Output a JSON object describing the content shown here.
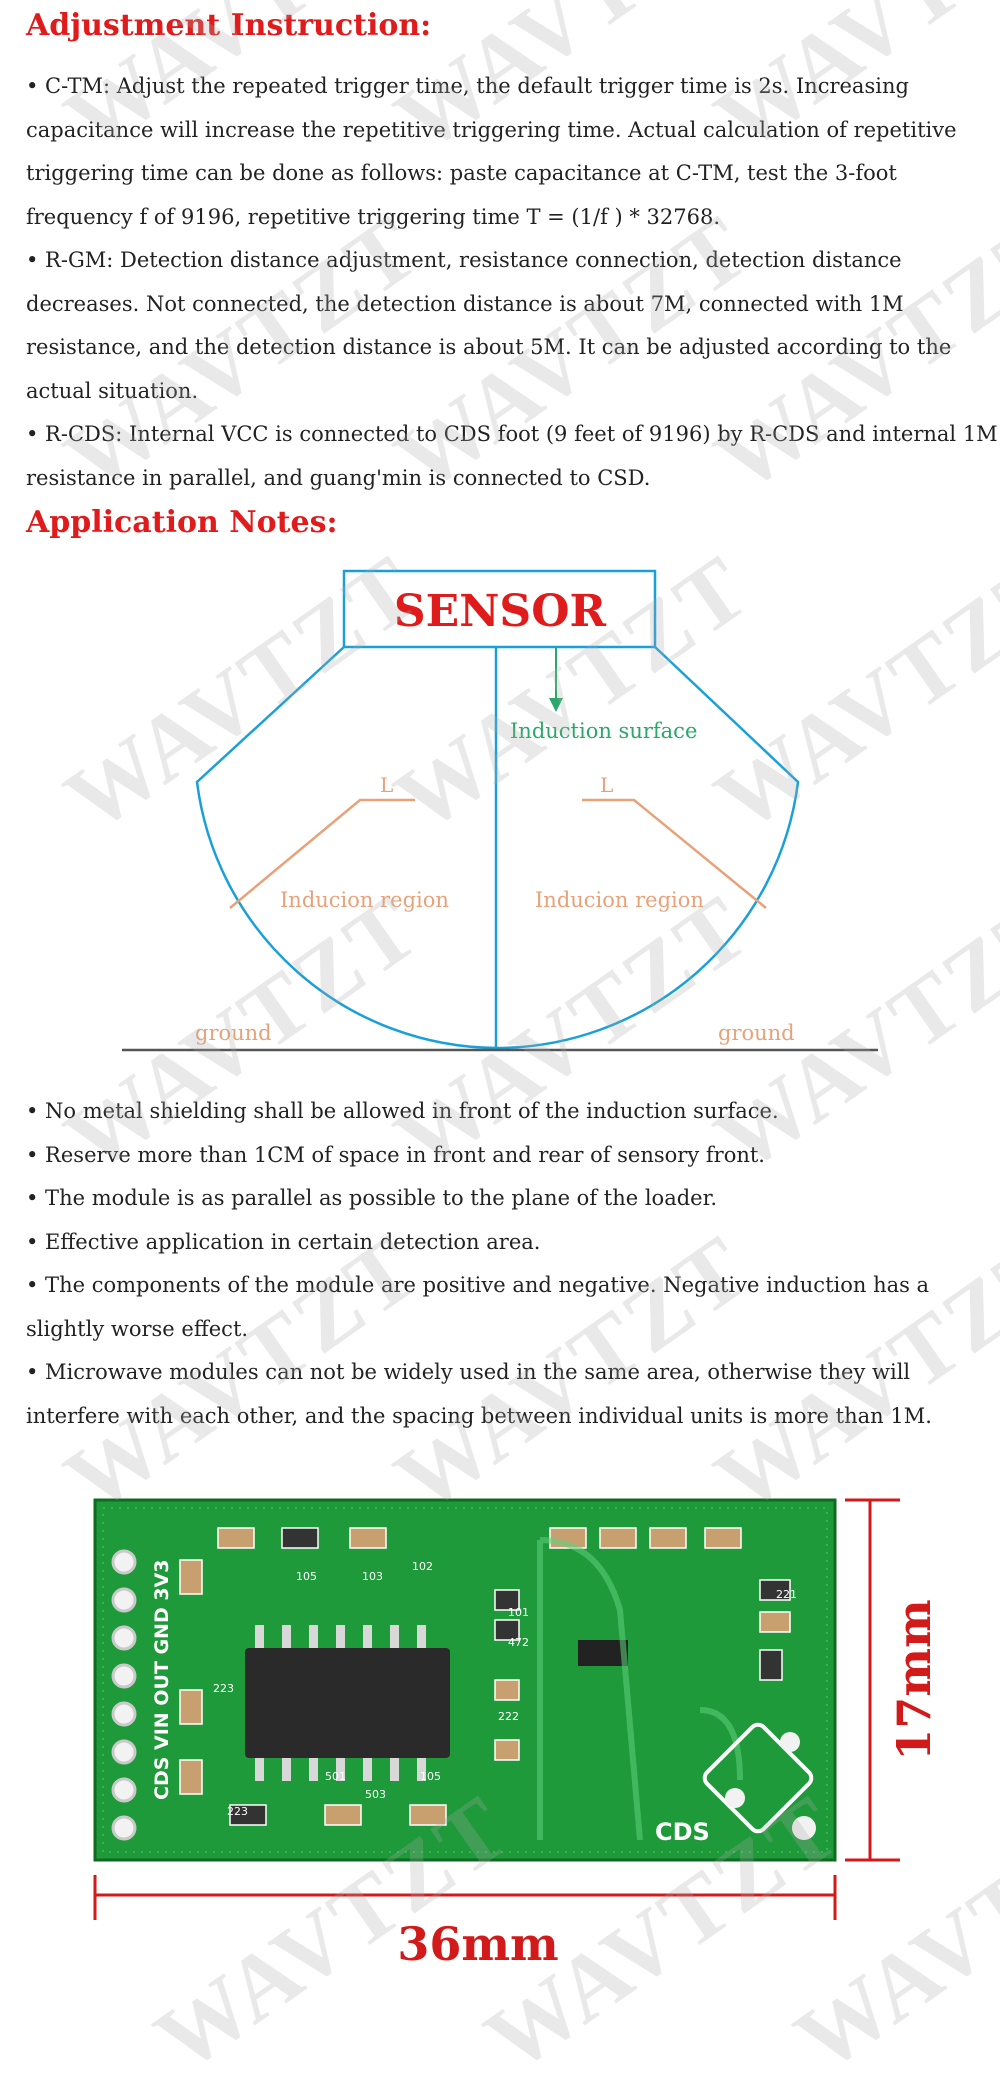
{
  "adjustment": {
    "heading": "Adjustment Instruction:",
    "items": [
      "• C-TM: Adjust the repeated trigger time, the default trigger time is 2s. Increasing capacitance will increase the repetitive triggering time. Actual calculation of repetitive triggering time can be done as follows: paste capacitance at C-TM, test the 3-foot frequency f of 9196, repetitive triggering time T = (1/f ) * 32768.",
      "• R-GM: Detection distance adjustment, resistance connection, detection distance decreases. Not connected, the detection distance is about 7M, connected with 1M resistance, and the detection distance is about 5M. It can be adjusted according to the actual situation.",
      "• R-CDS: Internal VCC is connected to CDS foot (9 feet of 9196) by R-CDS and internal 1M resistance in parallel, and guang'min is connected to CSD."
    ]
  },
  "application": {
    "heading": "Application Notes:",
    "diagram": {
      "sensor_label": "SENSOR",
      "induction_surface": "Induction surface",
      "label_l": "L",
      "region_label": "Inducion region",
      "ground_label": "ground"
    },
    "notes": [
      "• No metal shielding shall be allowed in front of the induction surface.",
      "• Reserve more than 1CM of space in front and rear of sensory front.",
      "• The module is as parallel as possible to the plane of the loader.",
      "• Effective application in certain detection area.",
      "• The components of the module are positive and negative. Negative induction has a slightly worse effect.",
      "• Microwave modules can not be widely used in the same area, otherwise they will interfere with each other, and the spacing between individual units is more than 1M."
    ]
  },
  "pcb": {
    "pin_labels": "CDS VIN OUT GND 3V3",
    "cds_label": "CDS",
    "component_codes": [
      "105",
      "103",
      "102",
      "101",
      "472",
      "221",
      "501",
      "105",
      "223",
      "223",
      "222",
      "503"
    ],
    "width_label": "36mm",
    "height_label": "17mm"
  },
  "watermark": "WAVTZT",
  "colors": {
    "heading_red": "#e01b1b",
    "diagram_blue": "#1aa0d8",
    "induction_green": "#2aa86a",
    "region_orange": "#e8a27a",
    "pcb_green": "#1e9a3a",
    "dimension_red": "#d21a1a"
  }
}
